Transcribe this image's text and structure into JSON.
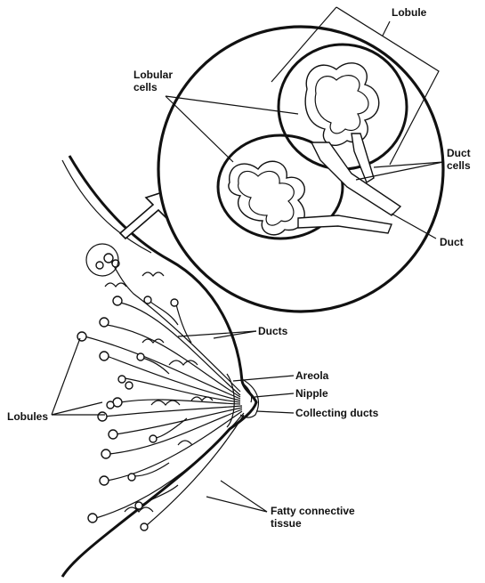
{
  "labels": {
    "lobule": "Lobule",
    "lobular_cells_1": "Lobular",
    "lobular_cells_2": "cells",
    "duct_cells_1": "Duct",
    "duct_cells_2": "cells",
    "duct": "Duct",
    "ducts": "Ducts",
    "areola": "Areola",
    "nipple": "Nipple",
    "collecting_ducts": "Collecting ducts",
    "lobules": "Lobules",
    "fatty_1": "Fatty connective",
    "fatty_2": "tissue"
  }
}
